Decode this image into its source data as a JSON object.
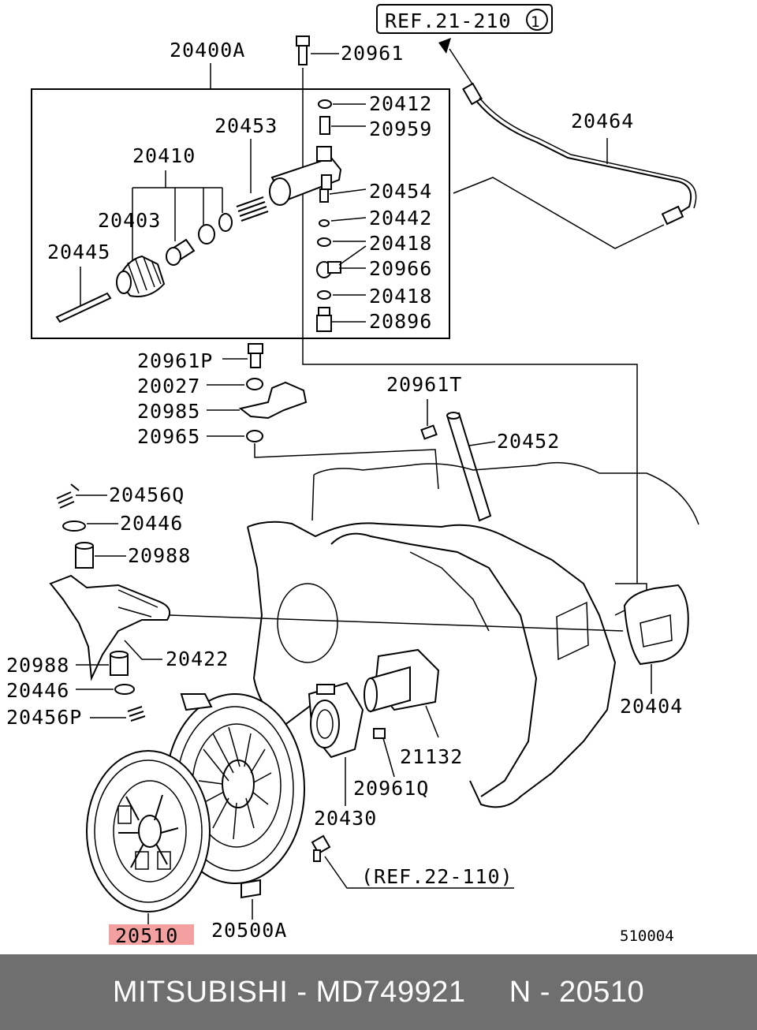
{
  "ref_top": "REF.21-210",
  "ref_top_circle": "1",
  "ref_bottom": "(REF.22-110)",
  "drawing_number": "510004",
  "highlight_color": "#f4a0a0",
  "labels": {
    "p20400A": "20400A",
    "p20961": "20961",
    "p20412": "20412",
    "p20959": "20959",
    "p20453": "20453",
    "p20410": "20410",
    "p20403": "20403",
    "p20445": "20445",
    "p20454": "20454",
    "p20442": "20442",
    "p20418a": "20418",
    "p20966": "20966",
    "p20418b": "20418",
    "p20896": "20896",
    "p20464": "20464",
    "p20961P": "20961P",
    "p20027": "20027",
    "p20985": "20985",
    "p20965": "20965",
    "p20961T": "20961T",
    "p20452": "20452",
    "p20456Q": "20456Q",
    "p20446a": "20446",
    "p20988a": "20988",
    "p20988b": "20988",
    "p20422": "20422",
    "p20446b": "20446",
    "p20456P": "20456P",
    "p20404": "20404",
    "p21132": "21132",
    "p20961Q": "20961Q",
    "p20430": "20430",
    "p20500A": "20500A",
    "p20510": "20510"
  },
  "footer": {
    "text": "MITSUBISHI - MD749921     N - 20510"
  }
}
